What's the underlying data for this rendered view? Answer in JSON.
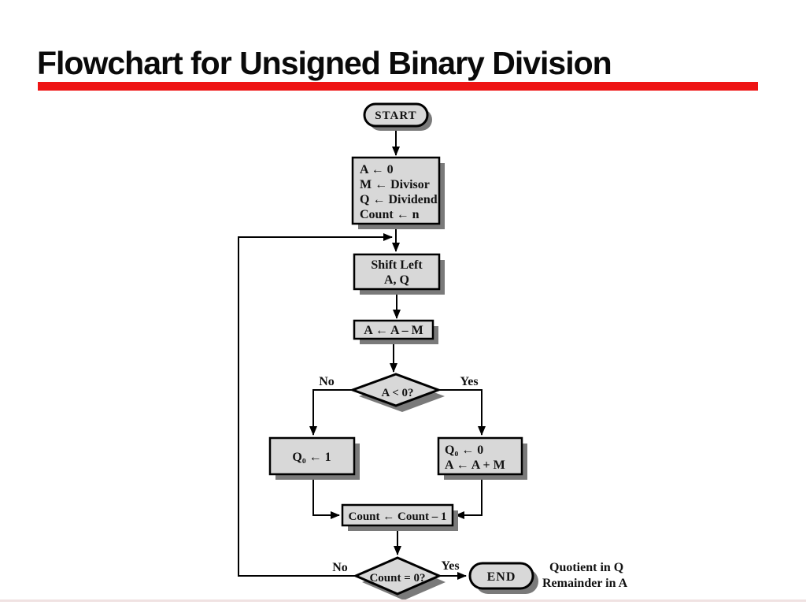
{
  "slide": {
    "title": "Flowchart for Unsigned Binary Division",
    "accent_color": "#ee1414"
  },
  "flowchart": {
    "start_label": "START",
    "init_box": {
      "lines": [
        "A ← 0",
        "M ← Divisor",
        "Q ← Dividend",
        "Count ← n"
      ]
    },
    "shift_box": {
      "lines": [
        "Shift Left",
        "A, Q"
      ]
    },
    "subtract_box": {
      "label": "A ← A – M"
    },
    "decision_a": {
      "label": "A < 0?",
      "no_label": "No",
      "yes_label": "Yes"
    },
    "q1_box": {
      "label": "Q₀ ← 1"
    },
    "restore_box": {
      "lines": [
        "Q₀ ← 0",
        "A ← A + M"
      ]
    },
    "count_box": {
      "label": "Count ← Count – 1"
    },
    "decision_count": {
      "label": "Count = 0?",
      "no_label": "No",
      "yes_label": "Yes"
    },
    "end_label": "END",
    "result_note": {
      "lines": [
        "Quotient in Q",
        "Remainder in A"
      ]
    },
    "colors": {
      "shape_fill": "#d8d8d8",
      "shape_border": "#000000",
      "shadow": "#7a7a7a"
    }
  }
}
